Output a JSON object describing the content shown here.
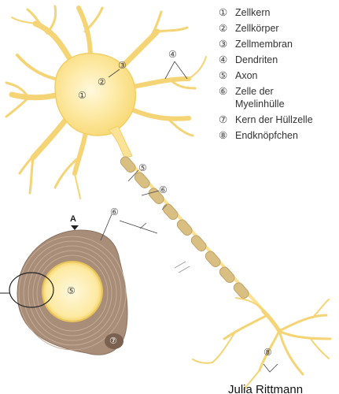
{
  "legend": [
    {
      "num": "①",
      "label": "Zellkern"
    },
    {
      "num": "②",
      "label": "Zellkörper"
    },
    {
      "num": "③",
      "label": "Zellmembran"
    },
    {
      "num": "④",
      "label": "Dendriten"
    },
    {
      "num": "⑤",
      "label": "Axon"
    },
    {
      "num": "⑥",
      "label": "Zelle der Myelinhülle"
    },
    {
      "num": "⑦",
      "label": "Kern der Hüllzelle"
    },
    {
      "num": "⑧",
      "label": "Endknöpfchen"
    }
  ],
  "callouts": {
    "c1": "①",
    "c2": "②",
    "c3": "③",
    "c4": "④",
    "c5_axon": "⑤",
    "c6_axon": "⑥",
    "c6_section": "⑥",
    "c5_section": "⑤",
    "c7_section": "⑦",
    "c8": "⑧"
  },
  "section_marker": "A",
  "credit": "Julia Rittmann",
  "colors": {
    "cell_fill": "#fde9a1",
    "cell_core": "#fff6d2",
    "cell_stroke": "#e8c35a",
    "myelin": "#d9bf82",
    "sheath_outer": "#a88d78",
    "sheath_ring": "#c4ab95"
  }
}
